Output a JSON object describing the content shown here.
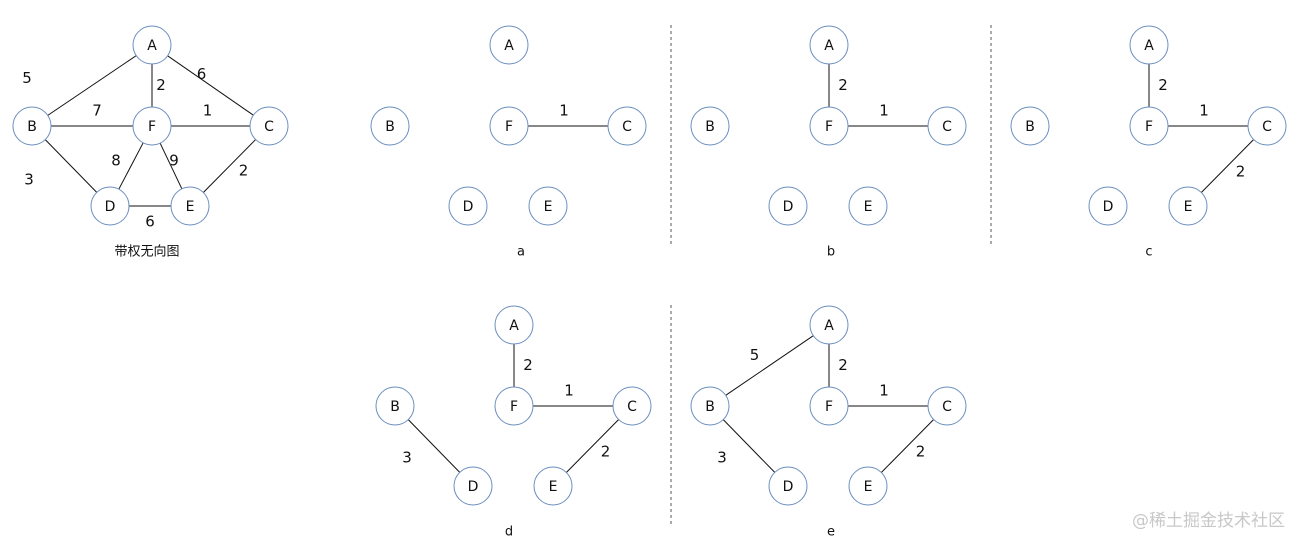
{
  "nodes": [
    "A",
    "B",
    "C",
    "D",
    "E",
    "F"
  ],
  "main_graph": {
    "caption": "带权无向图",
    "edges": [
      {
        "from": "A",
        "to": "B",
        "weight": "5"
      },
      {
        "from": "A",
        "to": "F",
        "weight": "2"
      },
      {
        "from": "A",
        "to": "C",
        "weight": "6"
      },
      {
        "from": "B",
        "to": "F",
        "weight": "7"
      },
      {
        "from": "F",
        "to": "C",
        "weight": "1"
      },
      {
        "from": "B",
        "to": "D",
        "weight": "3"
      },
      {
        "from": "F",
        "to": "D",
        "weight": "8"
      },
      {
        "from": "F",
        "to": "E",
        "weight": "9"
      },
      {
        "from": "C",
        "to": "E",
        "weight": "2"
      },
      {
        "from": "D",
        "to": "E",
        "weight": "6"
      }
    ]
  },
  "steps": [
    {
      "id": "a",
      "caption": "a",
      "edges": [
        {
          "from": "F",
          "to": "C",
          "weight": "1"
        }
      ]
    },
    {
      "id": "b",
      "caption": "b",
      "edges": [
        {
          "from": "A",
          "to": "F",
          "weight": "2"
        },
        {
          "from": "F",
          "to": "C",
          "weight": "1"
        }
      ]
    },
    {
      "id": "c",
      "caption": "c",
      "edges": [
        {
          "from": "A",
          "to": "F",
          "weight": "2"
        },
        {
          "from": "F",
          "to": "C",
          "weight": "1"
        },
        {
          "from": "C",
          "to": "E",
          "weight": "2"
        }
      ]
    },
    {
      "id": "d",
      "caption": "d",
      "edges": [
        {
          "from": "A",
          "to": "F",
          "weight": "2"
        },
        {
          "from": "F",
          "to": "C",
          "weight": "1"
        },
        {
          "from": "C",
          "to": "E",
          "weight": "2"
        },
        {
          "from": "B",
          "to": "D",
          "weight": "3"
        }
      ]
    },
    {
      "id": "e",
      "caption": "e",
      "edges": [
        {
          "from": "A",
          "to": "B",
          "weight": "5"
        },
        {
          "from": "A",
          "to": "F",
          "weight": "2"
        },
        {
          "from": "F",
          "to": "C",
          "weight": "1"
        },
        {
          "from": "C",
          "to": "E",
          "weight": "2"
        },
        {
          "from": "B",
          "to": "D",
          "weight": "3"
        }
      ]
    }
  ],
  "watermark": "@稀土掘金技术社区"
}
